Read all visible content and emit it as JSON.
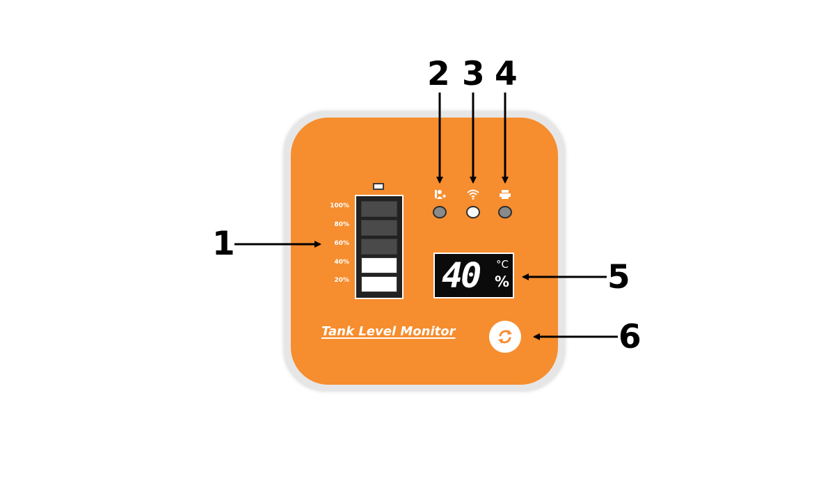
{
  "device": {
    "brand_label": "Tank Level Monitor",
    "face_color": "#f68d2e",
    "bezel_color": "#e6e6e6"
  },
  "level_gauge": {
    "scale_labels": [
      "100%",
      "80%",
      "60%",
      "40%",
      "20%"
    ],
    "filled_segments": 2,
    "total_segments": 5
  },
  "indicators": [
    {
      "icon": "person-plus-icon",
      "state": "off"
    },
    {
      "icon": "wifi-icon",
      "state": "on"
    },
    {
      "icon": "printer-icon",
      "state": "off"
    }
  ],
  "lcd": {
    "value": "40",
    "unit_temperature": "°C",
    "unit_percent": "%"
  },
  "reset_button": {
    "icon": "refresh-icon"
  },
  "callouts": [
    "1",
    "2",
    "3",
    "4",
    "5",
    "6"
  ]
}
